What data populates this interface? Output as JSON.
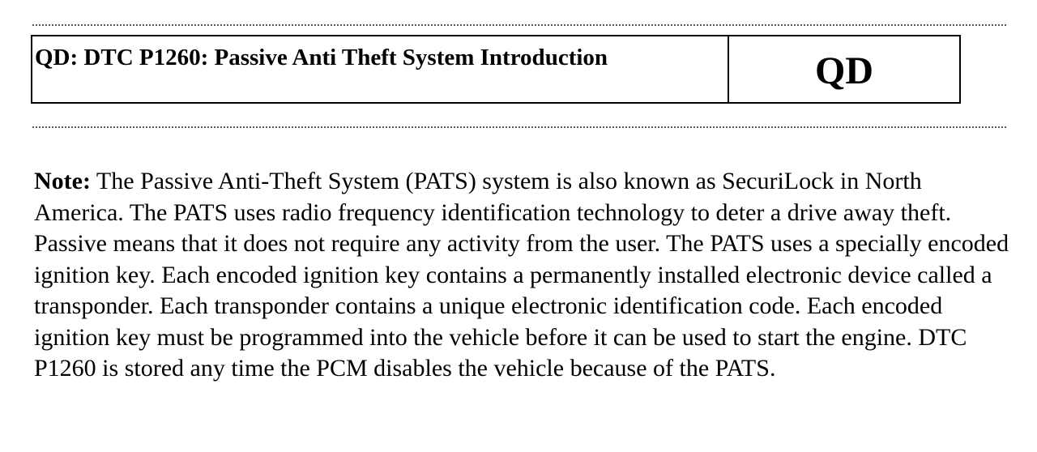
{
  "header": {
    "title": "QD: DTC P1260: Passive Anti Theft System Introduction",
    "code": "QD"
  },
  "note": {
    "label": "Note:",
    "text": " The Passive Anti-Theft System (PATS) system is also known as SecuriLock in North America. The PATS uses radio frequency identification technology to deter a drive away theft. Passive means that it does not require any activity from the user. The PATS uses a specially encoded ignition key. Each encoded ignition key contains a permanently installed electronic device called a transponder. Each transponder contains a unique electronic identification code. Each encoded ignition key must be programmed into the vehicle before it can be used to start the engine. DTC P1260 is stored any time the PCM disables the vehicle because of the PATS."
  }
}
